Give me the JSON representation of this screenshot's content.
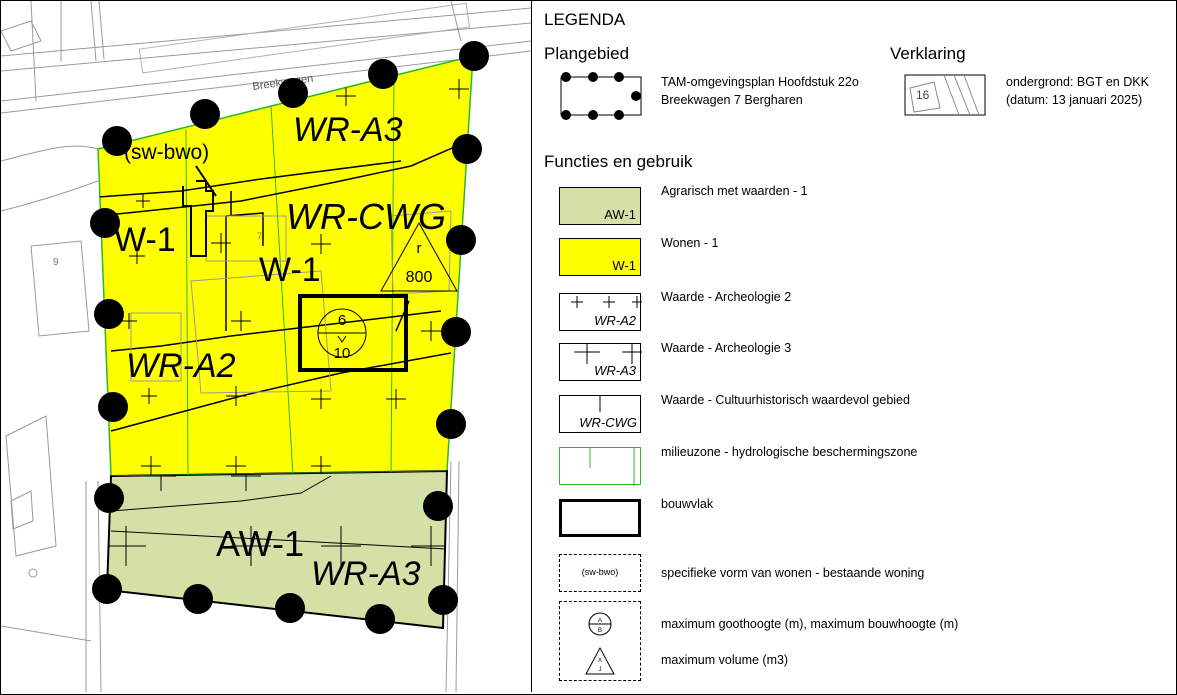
{
  "map": {
    "street_label": "Breekwagen",
    "house_numbers": {
      "neighbor": "9",
      "plot": "7"
    },
    "labels": {
      "wr_a3_top": "WR-A3",
      "sw_bwo": "(sw-bwo)",
      "wr_cwg": "WR-CWG",
      "w1_left": "W-1",
      "w1_center": "W-1",
      "volume_letter": "r",
      "volume_value": "800",
      "goothoogte": "6",
      "bouwhoogte": "10",
      "wr_a2": "WR-A2",
      "aw1": "AW-1",
      "wr_a3_bottom": "WR-A3"
    },
    "colors": {
      "wonen": "#ffff00",
      "agrarisch": "#d4e1a6",
      "milieuzone": "#2db82d",
      "background": "#ffffff"
    }
  },
  "legend": {
    "title": "LEGENDA",
    "plangebied": {
      "heading": "Plangebied",
      "text_line1": "TAM-omgevingsplan Hoofdstuk 22o",
      "text_line2": "Breekwagen 7 Bergharen"
    },
    "verklaring": {
      "heading": "Verklaring",
      "swatch_number": "16",
      "text_line1": "ondergrond: BGT en DKK",
      "text_line2": "(datum: 13 januari 2025)"
    },
    "functies_heading": "Functies en gebruik",
    "items": [
      {
        "label": "Agrarisch met waarden - 1",
        "code": "AW-1"
      },
      {
        "label": "Wonen - 1",
        "code": "W-1"
      },
      {
        "label": "Waarde - Archeologie 2",
        "code": "WR-A2"
      },
      {
        "label": "Waarde - Archeologie 3",
        "code": "WR-A3"
      },
      {
        "label": "Waarde - Cultuurhistorisch waardevol gebied",
        "code": "WR-CWG"
      },
      {
        "label": "milieuzone - hydrologische beschermingszone",
        "code": ""
      },
      {
        "label": "bouwvlak",
        "code": ""
      },
      {
        "label": "specifieke vorm van wonen - bestaande woning",
        "code": "(sw-bwo)"
      },
      {
        "label": "maximum goothoogte (m), maximum bouwhoogte (m)",
        "code": ""
      },
      {
        "label": "maximum volume (m3)",
        "code": ""
      }
    ],
    "symbol_letters": {
      "a": "A",
      "b": "B",
      "x": "X",
      "j": "J"
    }
  }
}
